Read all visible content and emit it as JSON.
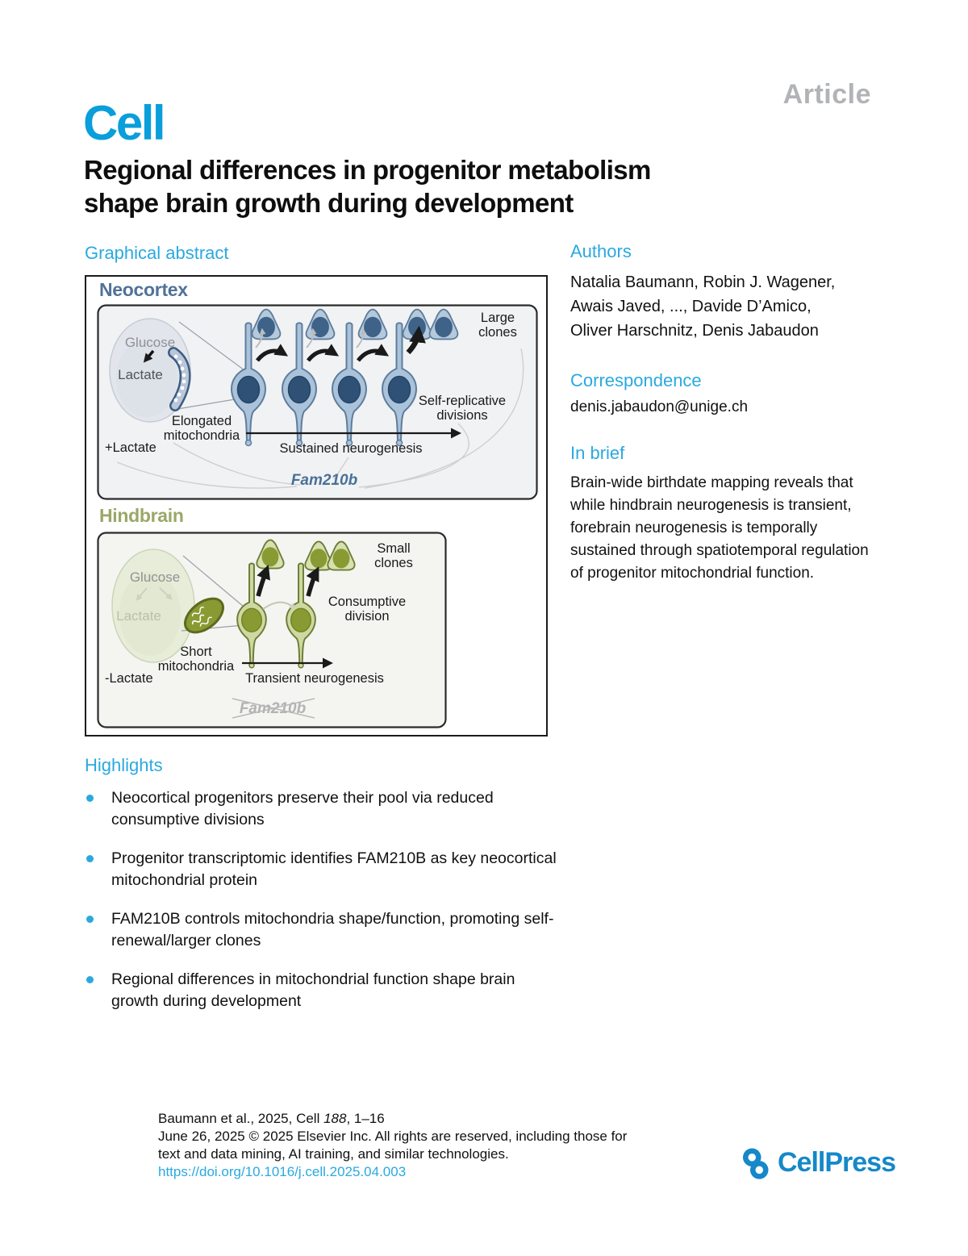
{
  "colors": {
    "accent_blue": "#2aa9e0",
    "cell_logo_blue": "#0a9edb",
    "article_gray": "#b1b3b6",
    "neocortex_slate": "#51719a",
    "hindbrain_olive": "#9aa768",
    "cellpress_blue": "#1588c9"
  },
  "icons": {
    "cellpress_mark": "infinity-loop-icon",
    "highlight_bullet": "dot-icon"
  },
  "header": {
    "article_label": "Article",
    "journal_logo": "Cell"
  },
  "title": {
    "line1": "Regional differences in progenitor metabolism",
    "line2": "shape brain growth during development"
  },
  "graphical_abstract": {
    "heading": "Graphical abstract",
    "neocortex": {
      "title": "Neocortex",
      "glucose": "Glucose",
      "lactate": "Lactate",
      "elongated_1": "Elongated",
      "elongated_2": "mitochondria",
      "plus_lactate": "+Lactate",
      "sustained": "Sustained neurogenesis",
      "large_clones_1": "Large",
      "large_clones_2": "clones",
      "self_replicative_1": "Self-replicative",
      "self_replicative_2": "divisions",
      "gene": "Fam210b"
    },
    "hindbrain": {
      "title": "Hindbrain",
      "glucose": "Glucose",
      "lactate": "Lactate",
      "short_1": "Short",
      "short_2": "mitochondria",
      "minus_lactate": "-Lactate",
      "transient": "Transient neurogenesis",
      "small_clones_1": "Small",
      "small_clones_2": "clones",
      "consumptive_1": "Consumptive",
      "consumptive_2": "division",
      "gene": "Fam210b"
    }
  },
  "authors": {
    "heading": "Authors",
    "lines": [
      "Natalia Baumann, Robin J. Wagener,",
      "Awais Javed, ..., Davide D’Amico,",
      "Oliver Harschnitz, Denis Jabaudon"
    ]
  },
  "correspondence": {
    "heading": "Correspondence",
    "email": "denis.jabaudon@unige.ch"
  },
  "in_brief": {
    "heading": "In brief",
    "text": "Brain-wide birthdate mapping reveals that while hindbrain neurogenesis is transient, forebrain neurogenesis is temporally sustained through spatiotemporal regulation of progenitor mitochondrial function."
  },
  "highlights": {
    "heading": "Highlights",
    "items": [
      "Neocortical progenitors preserve their pool via reduced consumptive divisions",
      "Progenitor transcriptomic identifies FAM210B as key neocortical mitochondrial protein",
      "FAM210B controls mitochondria shape/function, promoting self-renewal/larger clones",
      "Regional differences in mitochondrial function shape brain growth during development"
    ]
  },
  "footer": {
    "citation_pre": "Baumann et al., 2025, Cell ",
    "citation_volume": "188",
    "citation_post": ", 1–16",
    "line2": "June 26, 2025 © 2025 Elsevier Inc. All rights are reserved, including those for",
    "line3": "text and data mining, AI training, and similar technologies.",
    "doi": "https://doi.org/10.1016/j.cell.2025.04.003",
    "publisher": "CellPress"
  }
}
